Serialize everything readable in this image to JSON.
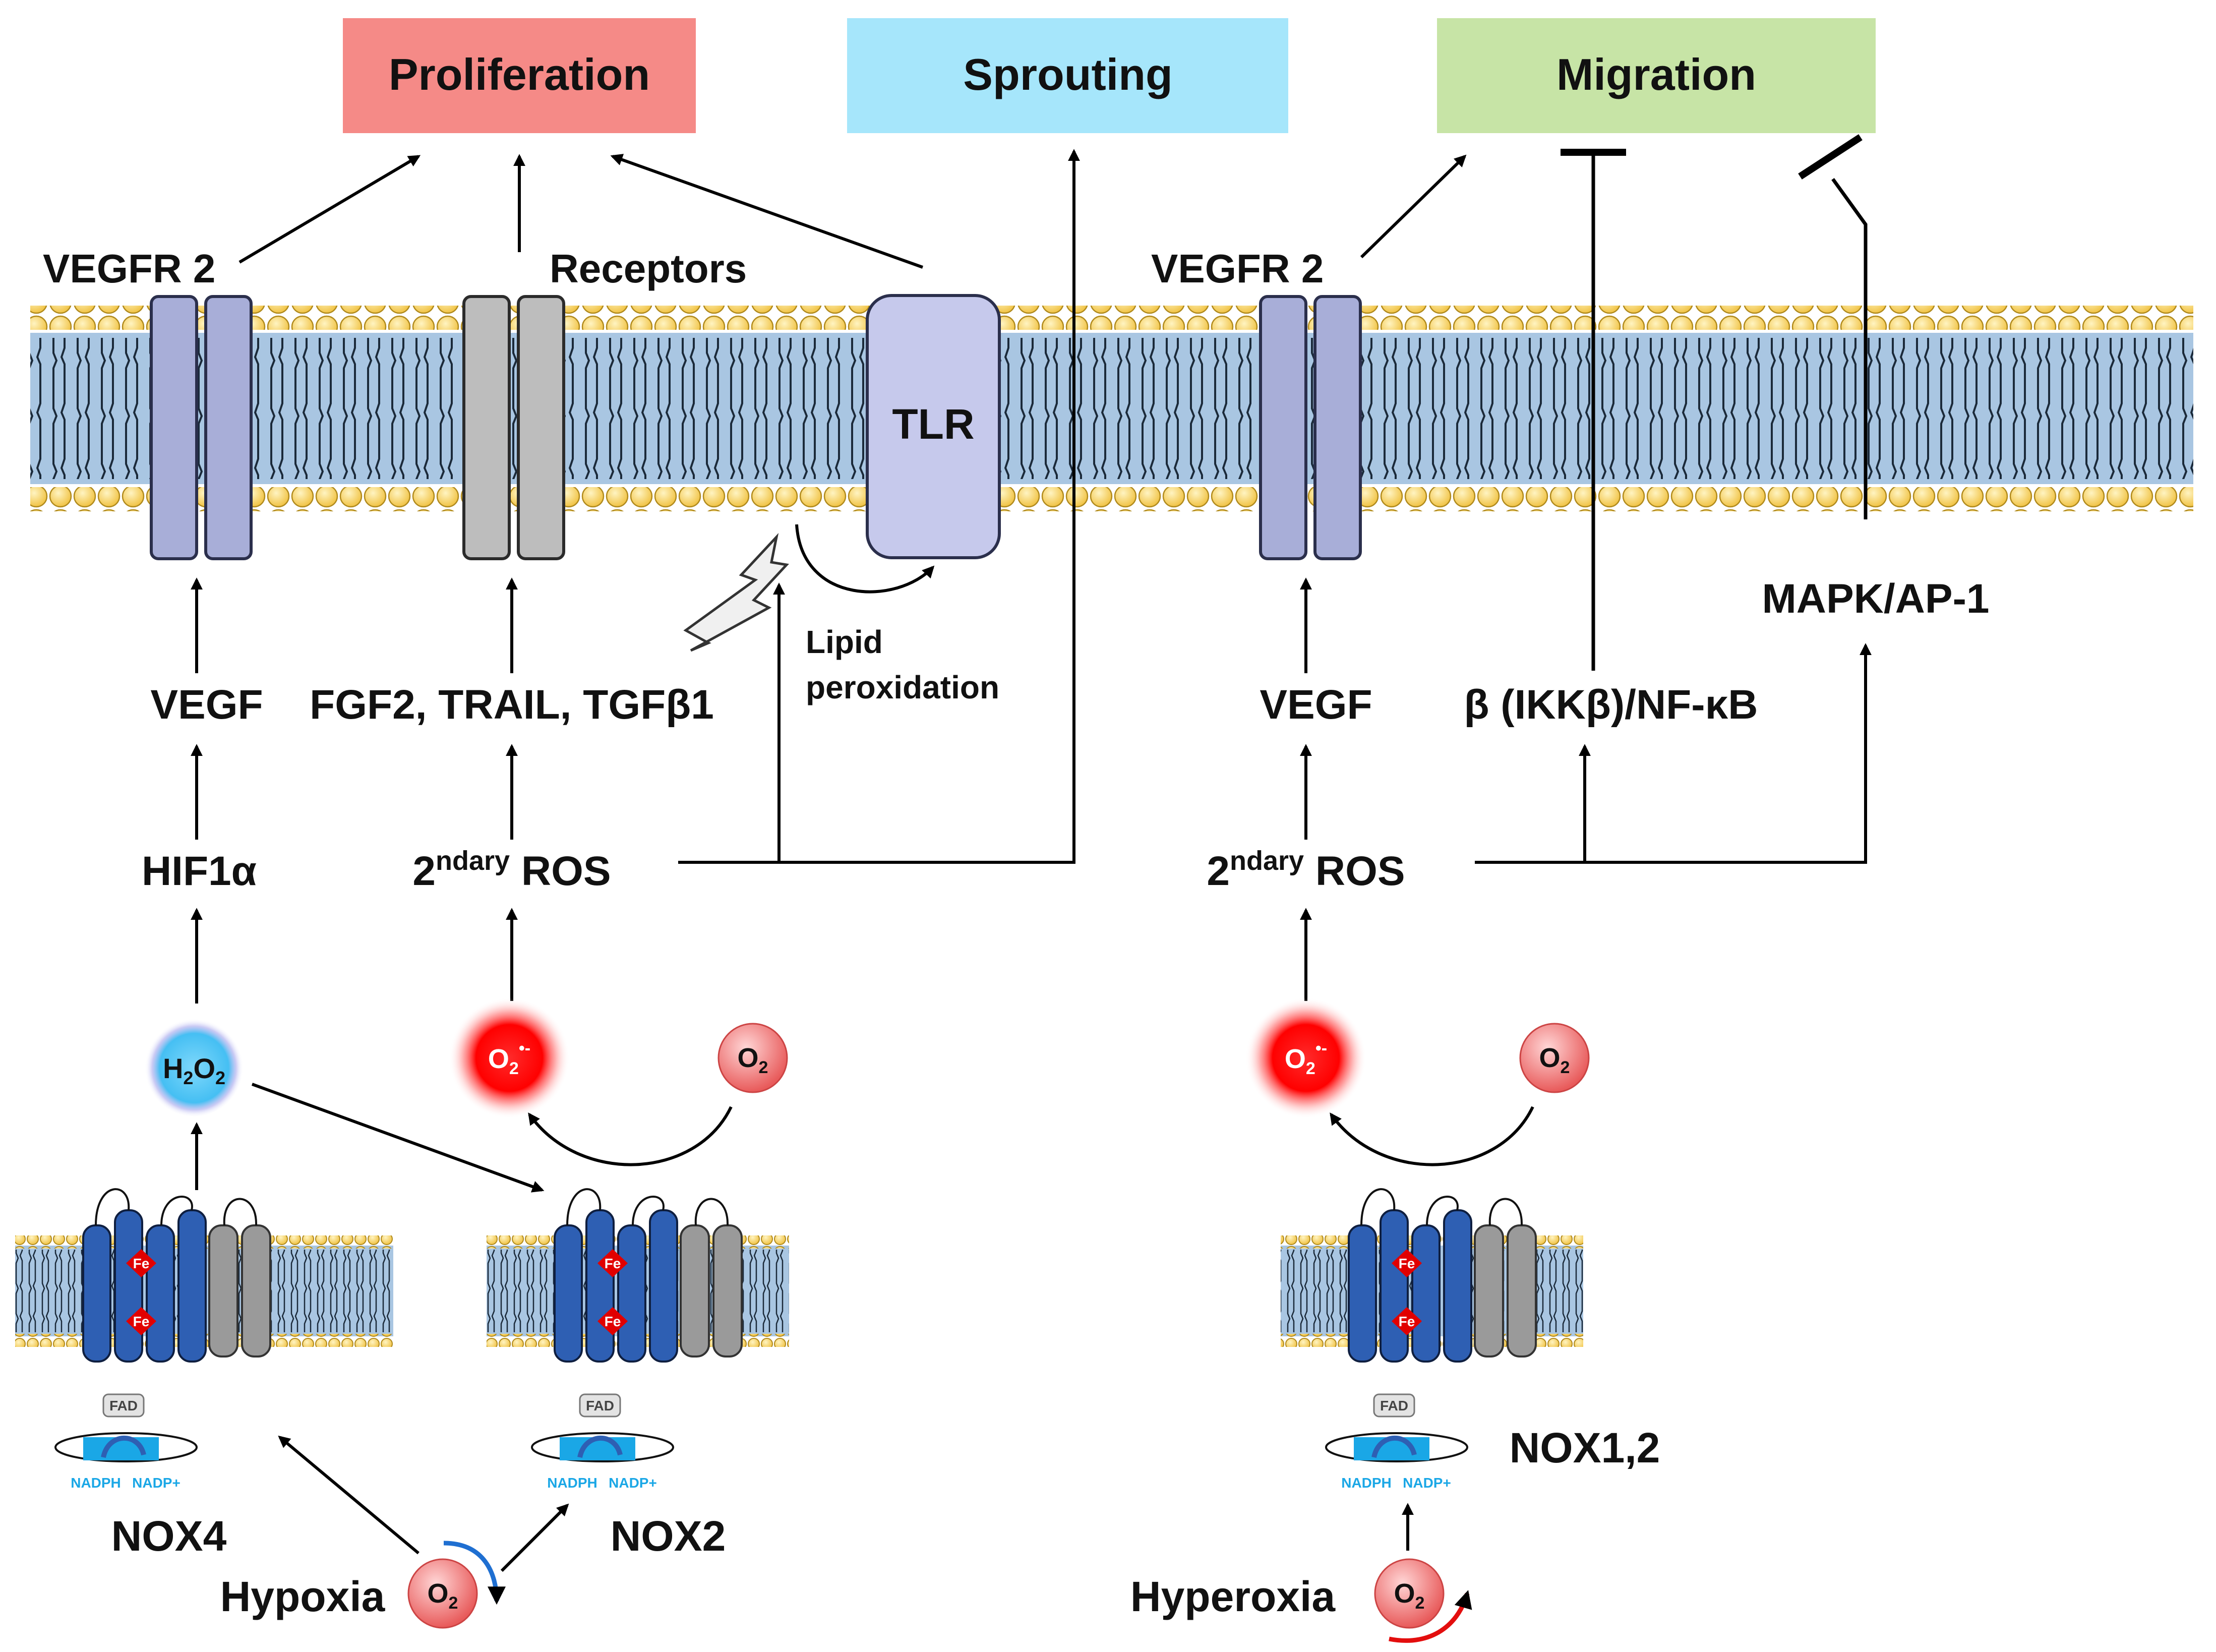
{
  "outcomes": {
    "proliferation": "Proliferation",
    "sprouting": "Sprouting",
    "migration": "Migration"
  },
  "membrane": {
    "vegfr2_left": "VEGFR 2",
    "receptors": "Receptors",
    "tlr": "TLR",
    "vegfr2_right": "VEGFR 2",
    "lipid_peroxidation_1": "Lipid",
    "lipid_peroxidation_2": "peroxidation"
  },
  "signals": {
    "vegf_left": "VEGF",
    "growth_factors": "FGF2, TRAIL, TGFβ1",
    "hif": "HIF1α",
    "ros_left_main": "2",
    "ros_left_sup": "ndary",
    "ros_left_tail": " ROS",
    "vegf_right": "VEGF",
    "nfkb": "β (IKKβ)/NF-κB",
    "mapk": "MAPK/AP-1",
    "ros_right_main": "2",
    "ros_right_sup": "ndary",
    "ros_right_tail": " ROS"
  },
  "molecules": {
    "h2o2": "H",
    "h2o2_sub1": "2",
    "h2o2_mid": "O",
    "h2o2_sub2": "2",
    "superoxide_left": "O",
    "superoxide_left_sub": "2",
    "superoxide_left_sup": "•-",
    "o2_left": "O",
    "o2_left_sub": "2",
    "superoxide_right": "O",
    "superoxide_right_sub": "2",
    "superoxide_right_sup": "•-",
    "o2_right": "O",
    "o2_right_sub": "2",
    "o2_hypoxia": "O",
    "o2_hypoxia_sub": "2",
    "o2_hyperoxia": "O",
    "o2_hyperoxia_sub": "2"
  },
  "enzymes": {
    "nox4": "NOX4",
    "nox2": "NOX2",
    "nox12": "NOX1,2",
    "fe": "Fe",
    "fad": "FAD",
    "nadph": "NADPH",
    "nadp": "NADP+"
  },
  "conditions": {
    "hypoxia": "Hypoxia",
    "hyperoxia": "Hyperoxia"
  },
  "colors": {
    "proliferation_box": "#f58a87",
    "sprouting_box": "#a6e6fb",
    "migration_box": "#c7e4a6",
    "membrane_blue": "#a9c6e2",
    "lipid_head": "#f6cd5b",
    "receptor_purple": "#a8aed8",
    "receptor_gray": "#bdbdbd",
    "nox_blue": "#2e5fb3",
    "superoxide_red": "#ff1a1a",
    "h2o2_blue": "#51c6f5",
    "o2_pink": "#ee6e6e"
  }
}
